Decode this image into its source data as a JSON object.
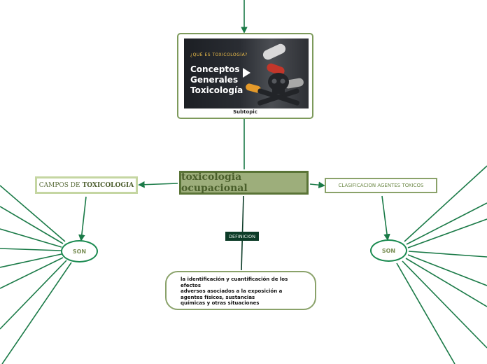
{
  "subtopic": {
    "thumbnail_kicker": "¿QUÉ ES TOXICOLOGÍA?",
    "thumbnail_title": "Conceptos\nGenerales\nToxicología",
    "label": "Subtopic",
    "icons": [
      "play-icon"
    ]
  },
  "main_topic": {
    "label": "toxicologia ocupacional"
  },
  "left_branch": {
    "label_prefix": "CAMPOS DE",
    "label_bold": "TOXICOLOGIA",
    "son_label": "SON"
  },
  "right_branch": {
    "label": "CLASIFICACION AGENTES TOXICOS",
    "son_label": "SON"
  },
  "definition": {
    "tag": "DEFINICION",
    "text": "la identificación y cuantificación de los\nefectos\nadversos asociados a la exposición a\nagentes físicos, sustancias\nquímicas y otras situaciones"
  },
  "colors": {
    "connector": "#1a7a47",
    "main_topic_fill": "#9dae7b",
    "main_topic_border": "#5a7437",
    "definition_tag_fill": "#0c3b27"
  }
}
